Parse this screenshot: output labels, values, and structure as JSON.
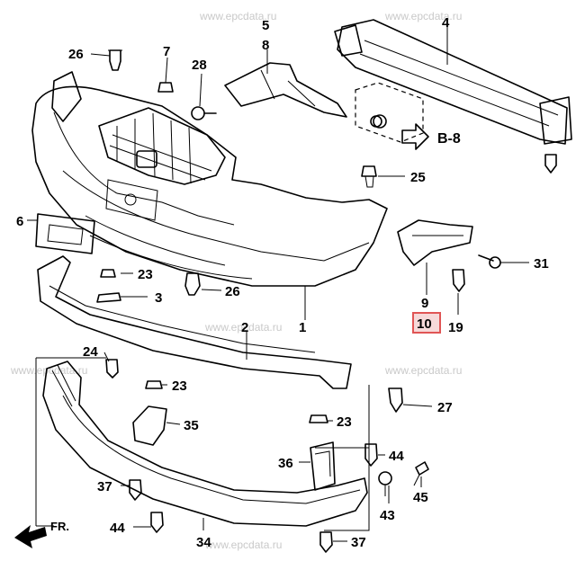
{
  "watermarks": [
    "www.epcdata.ru",
    "www.epcdata.ru",
    "www.epcdata.ru",
    "www.epcdata.ru",
    "www.epcdata.ru",
    "www.epcdata.ru"
  ],
  "callouts": {
    "c4": "4",
    "c5": "5",
    "c8": "8",
    "c26a": "26",
    "c7": "7",
    "c28": "28",
    "c6": "6",
    "c23a": "23",
    "c3": "3",
    "c26b": "26",
    "c25": "25",
    "c31": "31",
    "c9": "9",
    "c10": "10",
    "c19": "19",
    "c2": "2",
    "c1": "1",
    "c24": "24",
    "c23b": "23",
    "c35": "35",
    "c23c": "23",
    "c27": "27",
    "c36": "36",
    "c44a": "44",
    "c37a": "37",
    "c43": "43",
    "c45": "45",
    "c44b": "44",
    "c34": "34",
    "c37b": "37"
  },
  "reference": "B-8",
  "front_label": "FR.",
  "highlight_color": "#e05555"
}
